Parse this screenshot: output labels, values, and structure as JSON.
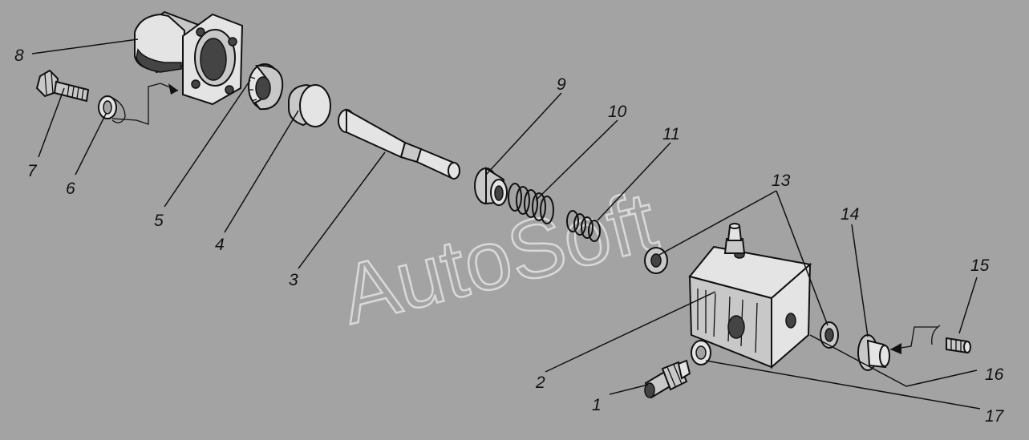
{
  "watermark": "AutoSoft",
  "callouts": [
    {
      "id": "1",
      "label": "1"
    },
    {
      "id": "2",
      "label": "2"
    },
    {
      "id": "3",
      "label": "3"
    },
    {
      "id": "4",
      "label": "4"
    },
    {
      "id": "5",
      "label": "5"
    },
    {
      "id": "6",
      "label": "6"
    },
    {
      "id": "7",
      "label": "7"
    },
    {
      "id": "8",
      "label": "8"
    },
    {
      "id": "9",
      "label": "9"
    },
    {
      "id": "10",
      "label": "10"
    },
    {
      "id": "11",
      "label": "11"
    },
    {
      "id": "13",
      "label": "13"
    },
    {
      "id": "14",
      "label": "14"
    },
    {
      "id": "15",
      "label": "15"
    },
    {
      "id": "16",
      "label": "16"
    },
    {
      "id": "17",
      "label": "17"
    }
  ]
}
